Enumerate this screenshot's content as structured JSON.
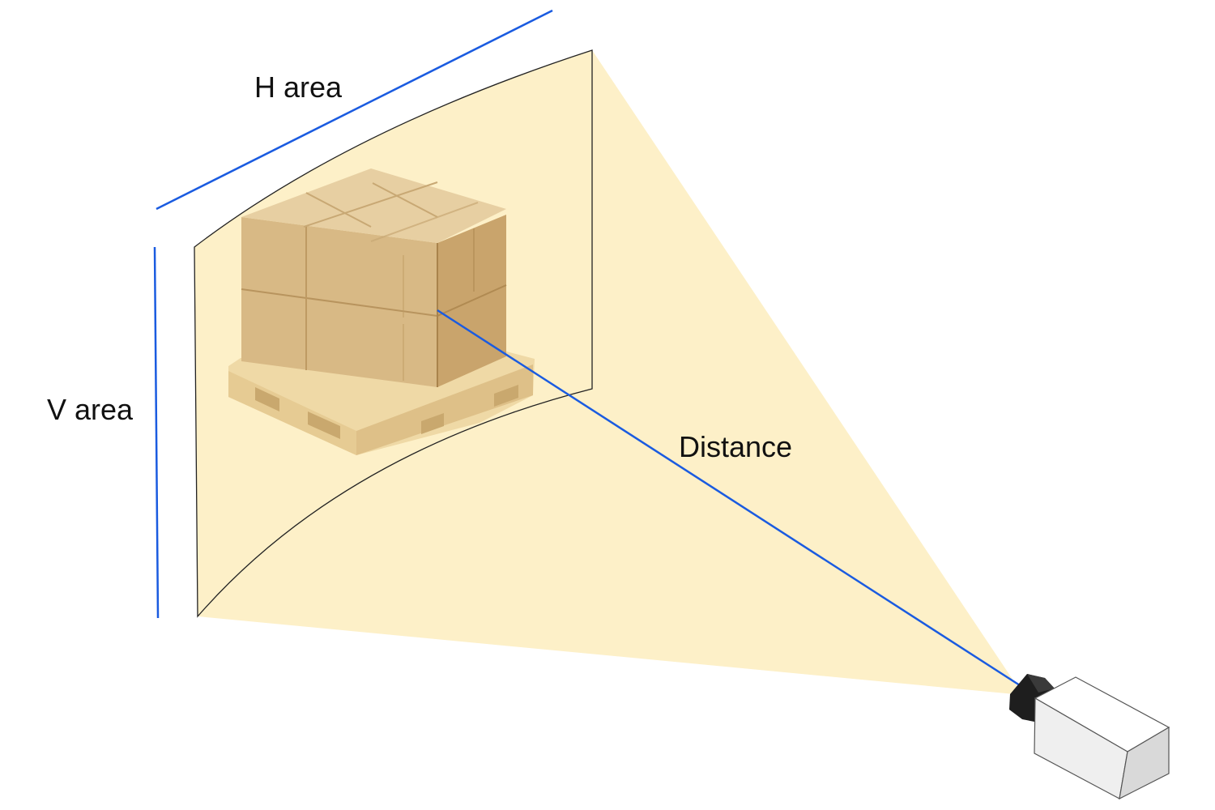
{
  "labels": {
    "h_area": "H area",
    "v_area": "V area",
    "distance": "Distance"
  },
  "colors": {
    "fov_fill": "#FDF0C8",
    "measure_line": "#1A5BE0",
    "outline": "#222222",
    "box_light": "#E7CFA2",
    "box_mid": "#D8B985",
    "box_dark": "#C9A46C",
    "pallet": "#EFD9A6",
    "camera_body": "#F2F2F2",
    "camera_lens": "#1E1E1E"
  },
  "icons": {
    "target": "pallet-with-boxes-icon",
    "camera": "camera-icon"
  }
}
